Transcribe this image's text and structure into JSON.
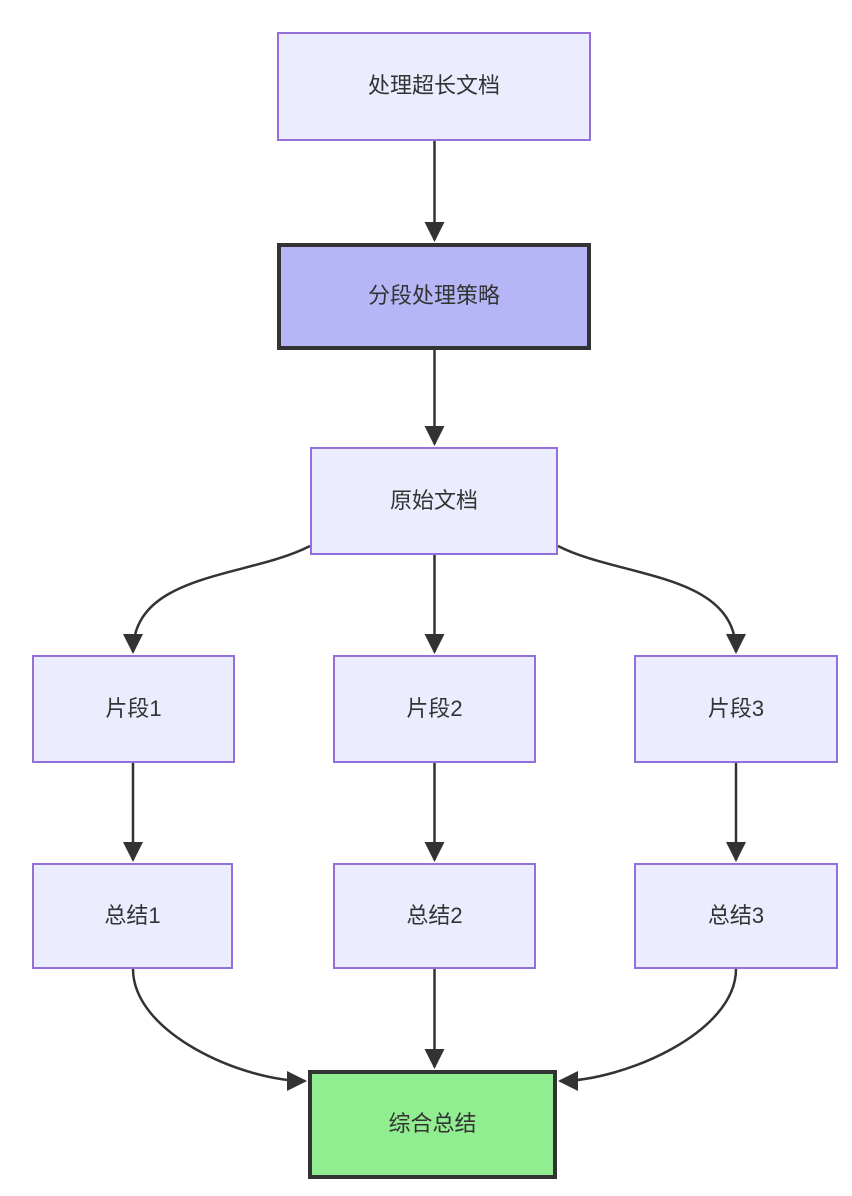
{
  "diagram": {
    "type": "flowchart",
    "direction": "top-down",
    "background": "#ffffff",
    "text_color": "#333333",
    "edge_color": "#333333",
    "nodes": [
      {
        "id": "A",
        "label": "处理超长文档",
        "fill": "#ECECFF",
        "stroke": "#9370DB",
        "emphasized": false
      },
      {
        "id": "B",
        "label": "分段处理策略",
        "fill": "#B6B6F6",
        "stroke": "#333333",
        "emphasized": true
      },
      {
        "id": "C",
        "label": "原始文档",
        "fill": "#ECECFF",
        "stroke": "#9370DB",
        "emphasized": false
      },
      {
        "id": "D1",
        "label": "片段1",
        "fill": "#ECECFF",
        "stroke": "#9370DB",
        "emphasized": false
      },
      {
        "id": "D2",
        "label": "片段2",
        "fill": "#ECECFF",
        "stroke": "#9370DB",
        "emphasized": false
      },
      {
        "id": "D3",
        "label": "片段3",
        "fill": "#ECECFF",
        "stroke": "#9370DB",
        "emphasized": false
      },
      {
        "id": "E1",
        "label": "总结1",
        "fill": "#ECECFF",
        "stroke": "#9370DB",
        "emphasized": false
      },
      {
        "id": "E2",
        "label": "总结2",
        "fill": "#ECECFF",
        "stroke": "#9370DB",
        "emphasized": false
      },
      {
        "id": "E3",
        "label": "总结3",
        "fill": "#ECECFF",
        "stroke": "#9370DB",
        "emphasized": false
      },
      {
        "id": "F",
        "label": "综合总结",
        "fill": "#90EE90",
        "stroke": "#333333",
        "emphasized": true
      }
    ],
    "edges": [
      {
        "from": "A",
        "to": "B"
      },
      {
        "from": "B",
        "to": "C"
      },
      {
        "from": "C",
        "to": "D1"
      },
      {
        "from": "C",
        "to": "D2"
      },
      {
        "from": "C",
        "to": "D3"
      },
      {
        "from": "D1",
        "to": "E1"
      },
      {
        "from": "D2",
        "to": "E2"
      },
      {
        "from": "D3",
        "to": "E3"
      },
      {
        "from": "E1",
        "to": "F"
      },
      {
        "from": "E2",
        "to": "F"
      },
      {
        "from": "E3",
        "to": "F"
      }
    ]
  }
}
